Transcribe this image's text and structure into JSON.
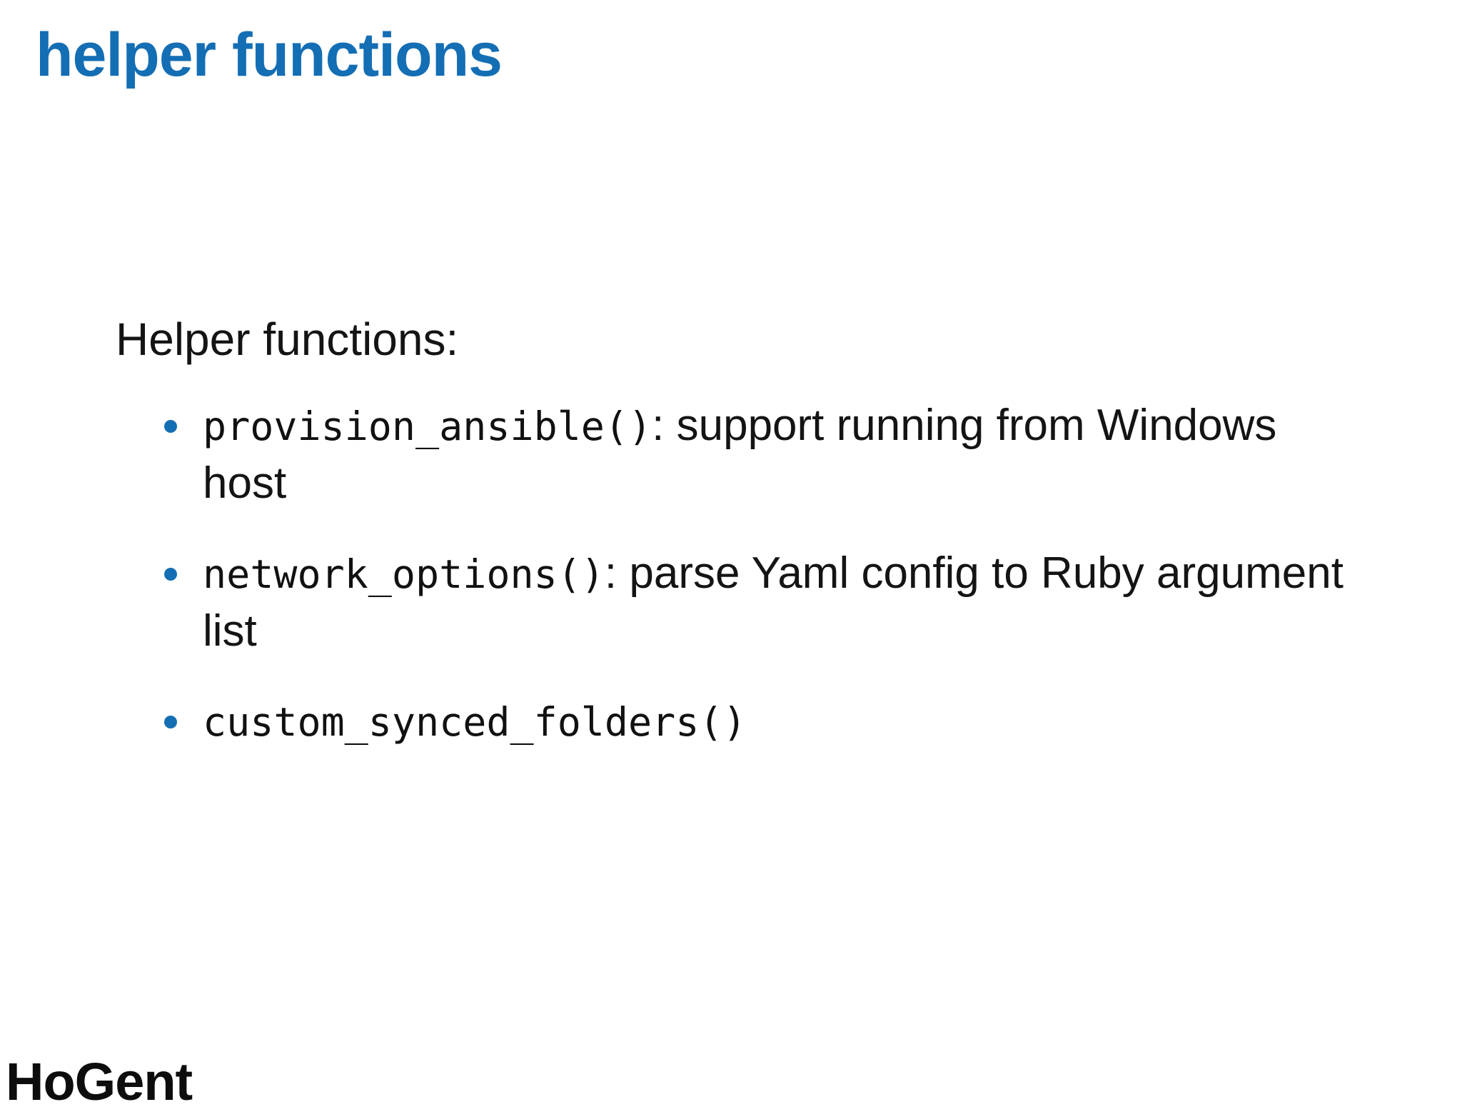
{
  "slide": {
    "title": "helper functions",
    "intro": "Helper functions:",
    "bullets": [
      {
        "lines": [
          {
            "segments": [
              {
                "style": "code",
                "text": "provision_ansible()"
              },
              {
                "style": "plain",
                "text": ": support running from Windows"
              }
            ]
          },
          {
            "segments": [
              {
                "style": "plain",
                "text": "host"
              }
            ]
          }
        ]
      },
      {
        "lines": [
          {
            "segments": [
              {
                "style": "code",
                "text": "network_options()"
              },
              {
                "style": "plain",
                "text": ": parse Yaml config to Ruby argument"
              }
            ]
          },
          {
            "segments": [
              {
                "style": "plain",
                "text": "list"
              }
            ]
          }
        ]
      },
      {
        "lines": [
          {
            "segments": [
              {
                "style": "code",
                "text": "custom_synced_folders()"
              }
            ]
          }
        ]
      }
    ],
    "footer_logo": "HoGent"
  },
  "colors": {
    "accent_blue": "#146eb4",
    "text": "#141414",
    "background": "#ffffff"
  }
}
